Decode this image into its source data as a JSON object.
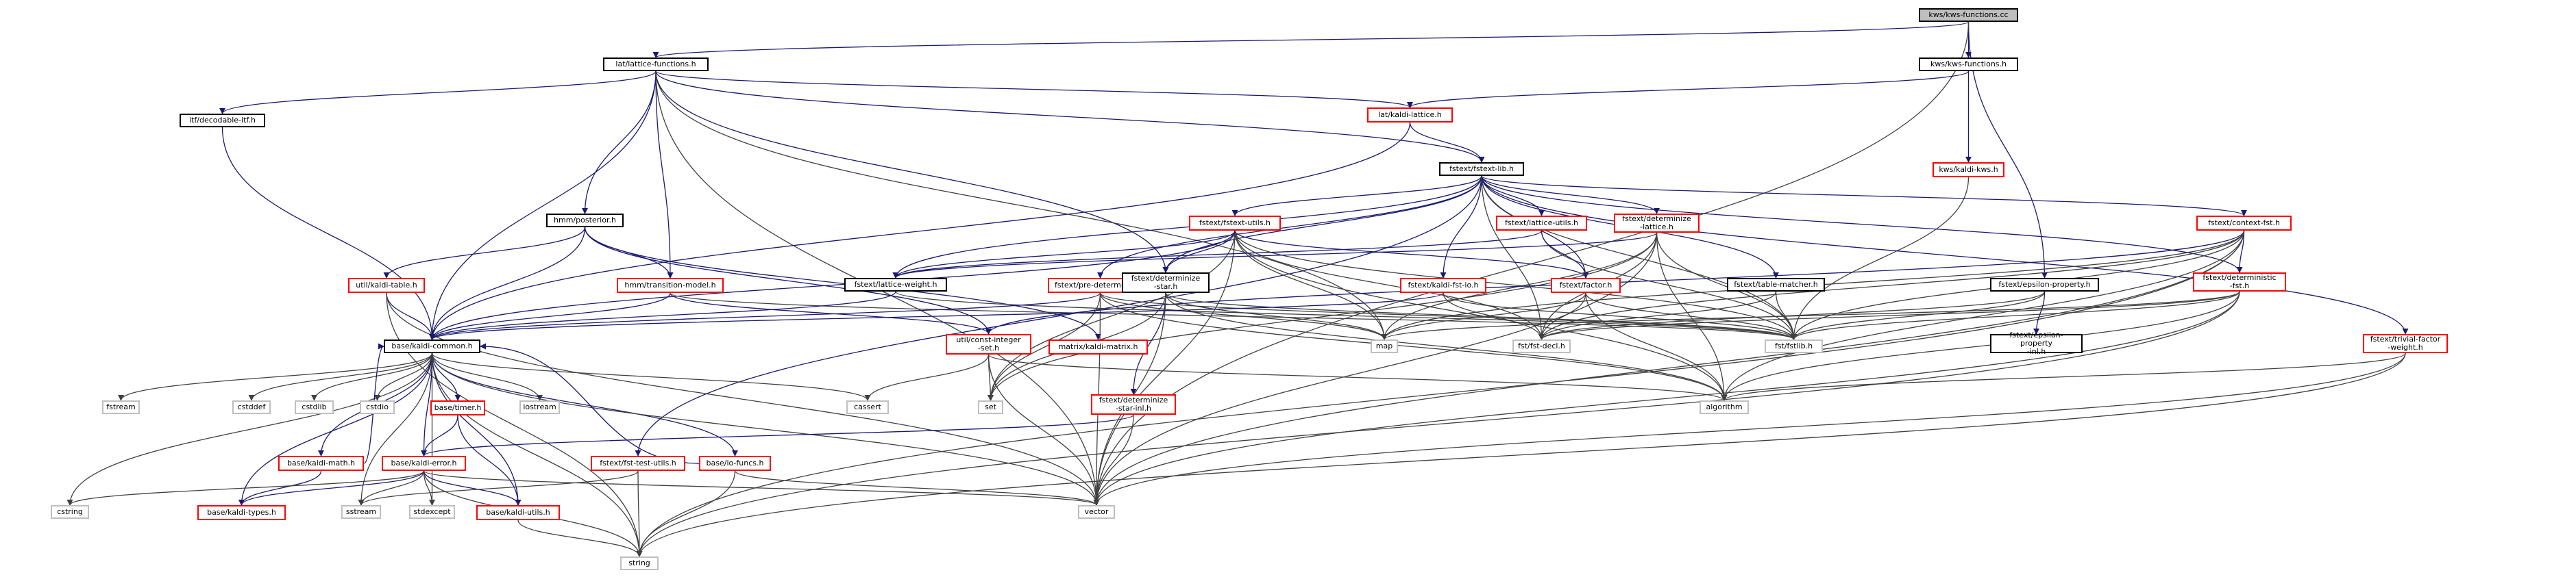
{
  "graph": {
    "colors": {
      "edge_primary": "#191970",
      "edge_secondary": "#404040",
      "doc_border": "#000000",
      "undoc_border": "#ff0000",
      "system_border": "#bfbfbf",
      "root_fill": "#bfbfbf"
    },
    "nodes": [
      {
        "id": "root",
        "label": "kws/kws-functions.cc",
        "kind": "root"
      },
      {
        "id": "latfunc",
        "label": "lat/lattice-functions.h",
        "kind": "doc"
      },
      {
        "id": "kwsfunc",
        "label": "kws/kws-functions.h",
        "kind": "doc"
      },
      {
        "id": "decitf",
        "label": "itf/decodable-itf.h",
        "kind": "doc"
      },
      {
        "id": "kaldilat",
        "label": "lat/kaldi-lattice.h",
        "kind": "red"
      },
      {
        "id": "kaldikws",
        "label": "kws/kaldi-kws.h",
        "kind": "red"
      },
      {
        "id": "fstextlib",
        "label": "fstext/fstext-lib.h",
        "kind": "doc"
      },
      {
        "id": "posterior",
        "label": "hmm/posterior.h",
        "kind": "doc"
      },
      {
        "id": "fstextutils",
        "label": "fstext/fstext-utils.h",
        "kind": "red"
      },
      {
        "id": "latutils",
        "label": "fstext/lattice-utils.h",
        "kind": "red"
      },
      {
        "id": "detlat",
        "label": "fstext/determinize\n-lattice.h",
        "kind": "red"
      },
      {
        "id": "ctxfst",
        "label": "fstext/context-fst.h",
        "kind": "red"
      },
      {
        "id": "kalditable",
        "label": "util/kaldi-table.h",
        "kind": "red"
      },
      {
        "id": "transmodel",
        "label": "hmm/transition-model.h",
        "kind": "red"
      },
      {
        "id": "latweight",
        "label": "fstext/lattice-weight.h",
        "kind": "doc"
      },
      {
        "id": "predet",
        "label": "fstext/pre-determinize.h",
        "kind": "red"
      },
      {
        "id": "detstar",
        "label": "fstext/determinize\n-star.h",
        "kind": "doc"
      },
      {
        "id": "kaldifstio",
        "label": "fstext/kaldi-fst-io.h",
        "kind": "red"
      },
      {
        "id": "factor",
        "label": "fstext/factor.h",
        "kind": "red"
      },
      {
        "id": "tablematcher",
        "label": "fstext/table-matcher.h",
        "kind": "doc"
      },
      {
        "id": "epsprop",
        "label": "fstext/epsilon-property.h",
        "kind": "doc"
      },
      {
        "id": "detfst",
        "label": "fstext/deterministic\n-fst.h",
        "kind": "red"
      },
      {
        "id": "trivfactor",
        "label": "fstext/trivial-factor\n-weight.h",
        "kind": "red"
      },
      {
        "id": "kaldicommon",
        "label": "base/kaldi-common.h",
        "kind": "doc"
      },
      {
        "id": "constint",
        "label": "util/const-integer\n-set.h",
        "kind": "red"
      },
      {
        "id": "kaldimatrix",
        "label": "matrix/kaldi-matrix.h",
        "kind": "red"
      },
      {
        "id": "map",
        "label": "map",
        "kind": "sys"
      },
      {
        "id": "fstdecl",
        "label": "fst/fst-decl.h",
        "kind": "sys"
      },
      {
        "id": "fstlib",
        "label": "fst/fstlib.h",
        "kind": "sys"
      },
      {
        "id": "epspropinl",
        "label": "fstext/epsilon-property\n-inl.h",
        "kind": "doc"
      },
      {
        "id": "fstream",
        "label": "fstream",
        "kind": "sys"
      },
      {
        "id": "cstddef",
        "label": "cstddef",
        "kind": "sys"
      },
      {
        "id": "cstdlib",
        "label": "cstdlib",
        "kind": "sys"
      },
      {
        "id": "cstdio",
        "label": "cstdio",
        "kind": "sys"
      },
      {
        "id": "basetimer",
        "label": "base/timer.h",
        "kind": "red"
      },
      {
        "id": "iostream",
        "label": "iostream",
        "kind": "sys"
      },
      {
        "id": "cassert",
        "label": "cassert",
        "kind": "sys"
      },
      {
        "id": "set",
        "label": "set",
        "kind": "sys"
      },
      {
        "id": "algorithm",
        "label": "algorithm",
        "kind": "sys"
      },
      {
        "id": "detstarinl",
        "label": "fstext/determinize\n-star-inl.h",
        "kind": "red"
      },
      {
        "id": "kaldimath",
        "label": "base/kaldi-math.h",
        "kind": "red"
      },
      {
        "id": "kaldierror",
        "label": "base/kaldi-error.h",
        "kind": "red"
      },
      {
        "id": "fsttestutils",
        "label": "fstext/fst-test-utils.h",
        "kind": "red"
      },
      {
        "id": "iofuncs",
        "label": "base/io-funcs.h",
        "kind": "red"
      },
      {
        "id": "cstring",
        "label": "cstring",
        "kind": "sys"
      },
      {
        "id": "kalditypes",
        "label": "base/kaldi-types.h",
        "kind": "red"
      },
      {
        "id": "sstream",
        "label": "sstream",
        "kind": "sys"
      },
      {
        "id": "stdexcept",
        "label": "stdexcept",
        "kind": "sys"
      },
      {
        "id": "kaldiutils",
        "label": "base/kaldi-utils.h",
        "kind": "red"
      },
      {
        "id": "vector",
        "label": "vector",
        "kind": "sys"
      },
      {
        "id": "string",
        "label": "string",
        "kind": "sys"
      }
    ],
    "edges": [
      [
        "root",
        "latfunc"
      ],
      [
        "root",
        "kwsfunc"
      ],
      [
        "root",
        "epsprop"
      ],
      [
        "root",
        "vector"
      ],
      [
        "kwsfunc",
        "kaldilat"
      ],
      [
        "kwsfunc",
        "kaldikws"
      ],
      [
        "kaldikws",
        "fstlib"
      ],
      [
        "latfunc",
        "decitf"
      ],
      [
        "latfunc",
        "kaldilat"
      ],
      [
        "latfunc",
        "fstextlib"
      ],
      [
        "latfunc",
        "posterior"
      ],
      [
        "latfunc",
        "transmodel"
      ],
      [
        "latfunc",
        "kaldicommon"
      ],
      [
        "latfunc",
        "detstar"
      ],
      [
        "latfunc",
        "map"
      ],
      [
        "latfunc",
        "vector"
      ],
      [
        "decitf",
        "kaldicommon"
      ],
      [
        "kaldilat",
        "fstextlib"
      ],
      [
        "kaldilat",
        "kaldicommon"
      ],
      [
        "fstextlib",
        "fstextutils"
      ],
      [
        "fstextlib",
        "latutils"
      ],
      [
        "fstextlib",
        "detlat"
      ],
      [
        "fstextlib",
        "ctxfst"
      ],
      [
        "fstextlib",
        "tablematcher"
      ],
      [
        "fstextlib",
        "factor"
      ],
      [
        "fstextlib",
        "kaldifstio"
      ],
      [
        "fstextlib",
        "detstar"
      ],
      [
        "fstextlib",
        "predet"
      ],
      [
        "fstextlib",
        "latweight"
      ],
      [
        "fstextlib",
        "fsttestutils"
      ],
      [
        "fstextlib",
        "detfst"
      ],
      [
        "fstextlib",
        "trivfactor"
      ],
      [
        "fstextlib",
        "fstlib"
      ],
      [
        "fstextlib",
        "fstdecl"
      ],
      [
        "posterior",
        "kalditable"
      ],
      [
        "posterior",
        "transmodel"
      ],
      [
        "posterior",
        "kaldicommon"
      ],
      [
        "posterior",
        "constint"
      ],
      [
        "posterior",
        "kaldimatrix"
      ],
      [
        "fstextutils",
        "detstar"
      ],
      [
        "fstextutils",
        "latweight"
      ],
      [
        "fstextutils",
        "map"
      ],
      [
        "fstextutils",
        "set"
      ],
      [
        "fstextutils",
        "vector"
      ],
      [
        "fstextutils",
        "algorithm"
      ],
      [
        "fstextutils",
        "fstlib"
      ],
      [
        "fstextutils",
        "fstdecl"
      ],
      [
        "fstextutils",
        "factor"
      ],
      [
        "fstextutils",
        "kaldicommon"
      ],
      [
        "latutils",
        "fstlib"
      ],
      [
        "latutils",
        "latweight"
      ],
      [
        "latutils",
        "factor"
      ],
      [
        "detlat",
        "fstlib"
      ],
      [
        "detlat",
        "fstdecl"
      ],
      [
        "detlat",
        "latweight"
      ],
      [
        "detlat",
        "algorithm"
      ],
      [
        "detlat",
        "map"
      ],
      [
        "detlat",
        "set"
      ],
      [
        "detlat",
        "vector"
      ],
      [
        "ctxfst",
        "fstlib"
      ],
      [
        "ctxfst",
        "fstdecl"
      ],
      [
        "ctxfst",
        "detfst"
      ],
      [
        "ctxfst",
        "algorithm"
      ],
      [
        "ctxfst",
        "vector"
      ],
      [
        "ctxfst",
        "string"
      ],
      [
        "ctxfst",
        "constint"
      ],
      [
        "ctxfst",
        "map"
      ],
      [
        "kalditable",
        "kaldicommon"
      ],
      [
        "kalditable",
        "string"
      ],
      [
        "kalditable",
        "vector"
      ],
      [
        "transmodel",
        "kaldicommon"
      ],
      [
        "transmodel",
        "constint"
      ],
      [
        "transmodel",
        "fstlib"
      ],
      [
        "latweight",
        "kaldicommon"
      ],
      [
        "latweight",
        "fstlib"
      ],
      [
        "predet",
        "kaldicommon"
      ],
      [
        "predet",
        "map"
      ],
      [
        "predet",
        "set"
      ],
      [
        "predet",
        "vector"
      ],
      [
        "predet",
        "algorithm"
      ],
      [
        "predet",
        "fstlib"
      ],
      [
        "detstar",
        "detstarinl"
      ],
      [
        "detstar",
        "fstlib"
      ],
      [
        "detstar",
        "algorithm"
      ],
      [
        "detstar",
        "map"
      ],
      [
        "detstar",
        "set"
      ],
      [
        "detstar",
        "vector"
      ],
      [
        "kaldifstio",
        "fstlib"
      ],
      [
        "kaldifstio",
        "fstdecl"
      ],
      [
        "kaldifstio",
        "kaldicommon"
      ],
      [
        "factor",
        "fstlib"
      ],
      [
        "factor",
        "fstdecl"
      ],
      [
        "factor",
        "algorithm"
      ],
      [
        "factor",
        "map"
      ],
      [
        "tablematcher",
        "fstlib"
      ],
      [
        "tablematcher",
        "fstdecl"
      ],
      [
        "epsprop",
        "fstlib"
      ],
      [
        "epsprop",
        "fstdecl"
      ],
      [
        "epsprop",
        "epspropinl"
      ],
      [
        "detfst",
        "fstlib"
      ],
      [
        "detfst",
        "fstdecl"
      ],
      [
        "detfst",
        "algorithm"
      ],
      [
        "detfst",
        "map"
      ],
      [
        "detfst",
        "vector"
      ],
      [
        "detfst",
        "string"
      ],
      [
        "trivfactor",
        "algorithm"
      ],
      [
        "trivfactor",
        "vector"
      ],
      [
        "trivfactor",
        "string"
      ],
      [
        "kaldicommon",
        "fstream"
      ],
      [
        "kaldicommon",
        "cstddef"
      ],
      [
        "kaldicommon",
        "cstdlib"
      ],
      [
        "kaldicommon",
        "cstdio"
      ],
      [
        "kaldicommon",
        "basetimer"
      ],
      [
        "kaldicommon",
        "iostream"
      ],
      [
        "kaldicommon",
        "cassert"
      ],
      [
        "kaldicommon",
        "kaldimath"
      ],
      [
        "kaldicommon",
        "kaldierror"
      ],
      [
        "kaldicommon",
        "iofuncs"
      ],
      [
        "kaldicommon",
        "cstring"
      ],
      [
        "kaldicommon",
        "kalditypes"
      ],
      [
        "kaldicommon",
        "sstream"
      ],
      [
        "kaldicommon",
        "stdexcept"
      ],
      [
        "kaldicommon",
        "kaldiutils"
      ],
      [
        "kaldicommon",
        "vector"
      ],
      [
        "kaldicommon",
        "string"
      ],
      [
        "constint",
        "cassert"
      ],
      [
        "constint",
        "set"
      ],
      [
        "constint",
        "algorithm"
      ],
      [
        "constint",
        "vector"
      ],
      [
        "detstarinl",
        "kaldierror"
      ],
      [
        "detstarinl",
        "vector"
      ],
      [
        "basetimer",
        "kaldierror"
      ],
      [
        "basetimer",
        "kaldiutils"
      ],
      [
        "kaldimath",
        "kalditypes"
      ],
      [
        "kaldimath",
        "kaldicommon"
      ],
      [
        "kaldierror",
        "cstring"
      ],
      [
        "kaldierror",
        "kalditypes"
      ],
      [
        "kaldierror",
        "sstream"
      ],
      [
        "kaldierror",
        "stdexcept"
      ],
      [
        "kaldierror",
        "kaldiutils"
      ],
      [
        "kaldierror",
        "string"
      ],
      [
        "kaldierror",
        "vector"
      ],
      [
        "iofuncs",
        "kaldicommon"
      ],
      [
        "iofuncs",
        "string"
      ],
      [
        "iofuncs",
        "vector"
      ],
      [
        "fsttestutils",
        "sstream"
      ],
      [
        "fsttestutils",
        "string"
      ],
      [
        "kaldiutils",
        "string"
      ]
    ]
  }
}
